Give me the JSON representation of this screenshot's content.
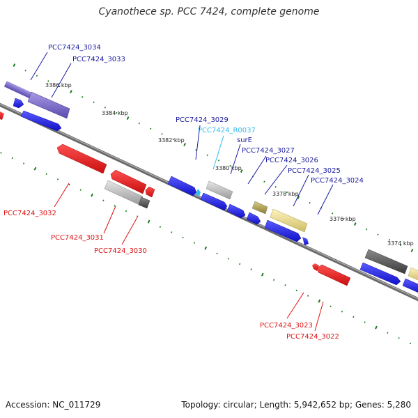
{
  "title": "Cyanothece sp. PCC 7424, complete genome",
  "accession": "Accession: NC_011729",
  "stats": "Topology: circular; Length: 5,942,652 bp; Genes: 5,280",
  "colors": {
    "upper_gene_label": "#1a1aa0",
    "rna_label": "#33bbee",
    "lower_gene_label": "#dd1111",
    "forward_strand": "#1f1fe8",
    "reverse_strand": "#e81717",
    "tick": "#1a7a1a",
    "backbone": "#777777"
  },
  "ruler_ticks": [
    {
      "label": "3386 kbp"
    },
    {
      "label": "3384 kbp"
    },
    {
      "label": "3382 kbp"
    },
    {
      "label": "3380 kbp"
    },
    {
      "label": "3378 kbp"
    },
    {
      "label": "3376 kbp"
    },
    {
      "label": "3374 kbp"
    }
  ],
  "gene_labels_upper": [
    {
      "text": "PCC7424_3034",
      "kind": "gene"
    },
    {
      "text": "PCC7424_3033",
      "kind": "gene"
    },
    {
      "text": "PCC7424_3029",
      "kind": "gene"
    },
    {
      "text": "PCC7424_R0037",
      "kind": "rna"
    },
    {
      "text": "surE",
      "kind": "gene"
    },
    {
      "text": "PCC7424_3027",
      "kind": "gene"
    },
    {
      "text": "PCC7424_3026",
      "kind": "gene"
    },
    {
      "text": "PCC7424_3025",
      "kind": "gene"
    },
    {
      "text": "PCC7424_3024",
      "kind": "gene"
    }
  ],
  "gene_labels_lower": [
    {
      "text": "PCC7424_3032"
    },
    {
      "text": "PCC7424_3031"
    },
    {
      "text": "PCC7424_3030"
    },
    {
      "text": "PCC7424_3023"
    },
    {
      "text": "PCC7424_3022"
    }
  ]
}
